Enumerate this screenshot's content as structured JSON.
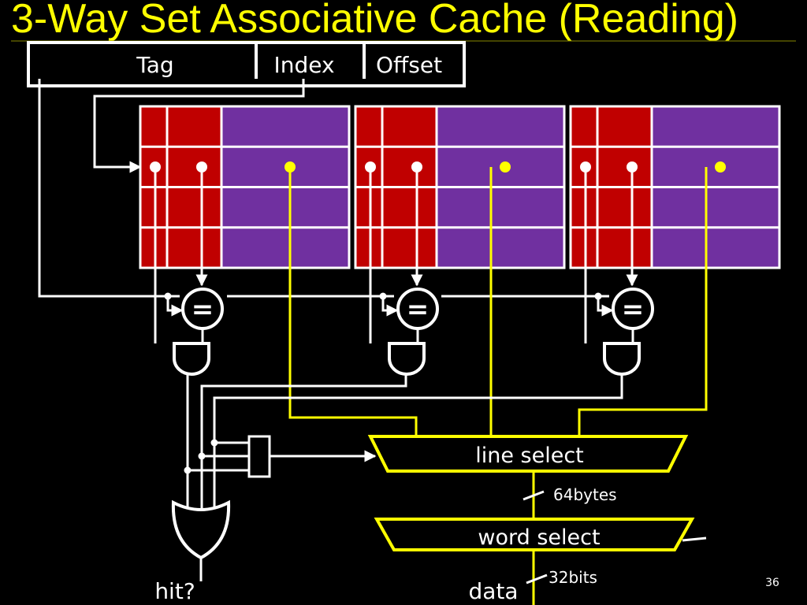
{
  "title": "3-Way Set Associative Cache (Reading)",
  "address": {
    "tag": "Tag",
    "index": "Index",
    "offset": "Offset"
  },
  "ways": 3,
  "rows_per_way": 4,
  "comparator_symbol": "=",
  "mux": {
    "line_select": "line select",
    "word_select": "word select"
  },
  "bus": {
    "line_width": "64bytes",
    "word_width": "32bits"
  },
  "outputs": {
    "hit": "hit?",
    "data": "data"
  },
  "slide_number": "36",
  "colors": {
    "tag_cells": "#c00000",
    "data_cells": "#7030a0",
    "data_path": "#ffff00",
    "wires": "#ffffff",
    "background": "#000000",
    "title": "#ffff00"
  }
}
